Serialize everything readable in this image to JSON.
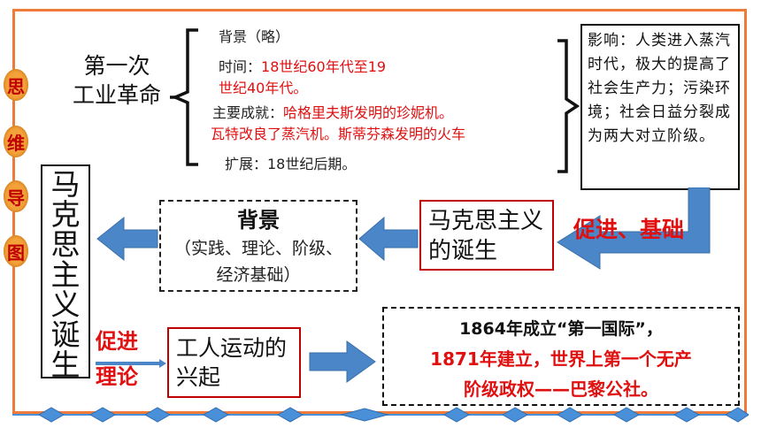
{
  "side_badges": [
    "思",
    "维",
    "导",
    "图"
  ],
  "revolution": {
    "title_line1": "第一次",
    "title_line2": "工业革命",
    "background": "背景（略）",
    "time_label": "时间：",
    "time_value_line1": "18世纪60年代至19",
    "time_value_line2": "世纪40年代。",
    "achievements_label": "主要成就：",
    "achievements_line1": "哈格里夫斯发明的珍妮机。",
    "achievements_line2": "瓦特改良了蒸汽机。斯蒂芬森发明的火车",
    "expansion": "扩展：18世纪后期。"
  },
  "influence": {
    "text": "影响：人类进入蒸汽时代，极大的提高了社会生产力；污染环境；社会日益分裂成为两大对立阶级。"
  },
  "promote_basis": "促进、基础",
  "marxism_birth": "马克思主义的诞生",
  "background_box": {
    "title": "背景",
    "detail": "（实践、理论、阶级、经济基础）"
  },
  "marxism_vertical": "马克思主义诞生",
  "promote_theory": {
    "line1": "促进",
    "line2": "理论"
  },
  "labor_movement": "工人运动的兴起",
  "international": {
    "line1": "1864年成立“第一国际”，",
    "line2": "1871年建立，世界上第一个无产",
    "line3": "阶级政权——巴黎公社。"
  },
  "colors": {
    "frame": "#ee7b3a",
    "red_text": "#e01010",
    "arrow": "#4a86c8",
    "badge": "#f3a23a",
    "diamond": "#4a90d9"
  }
}
